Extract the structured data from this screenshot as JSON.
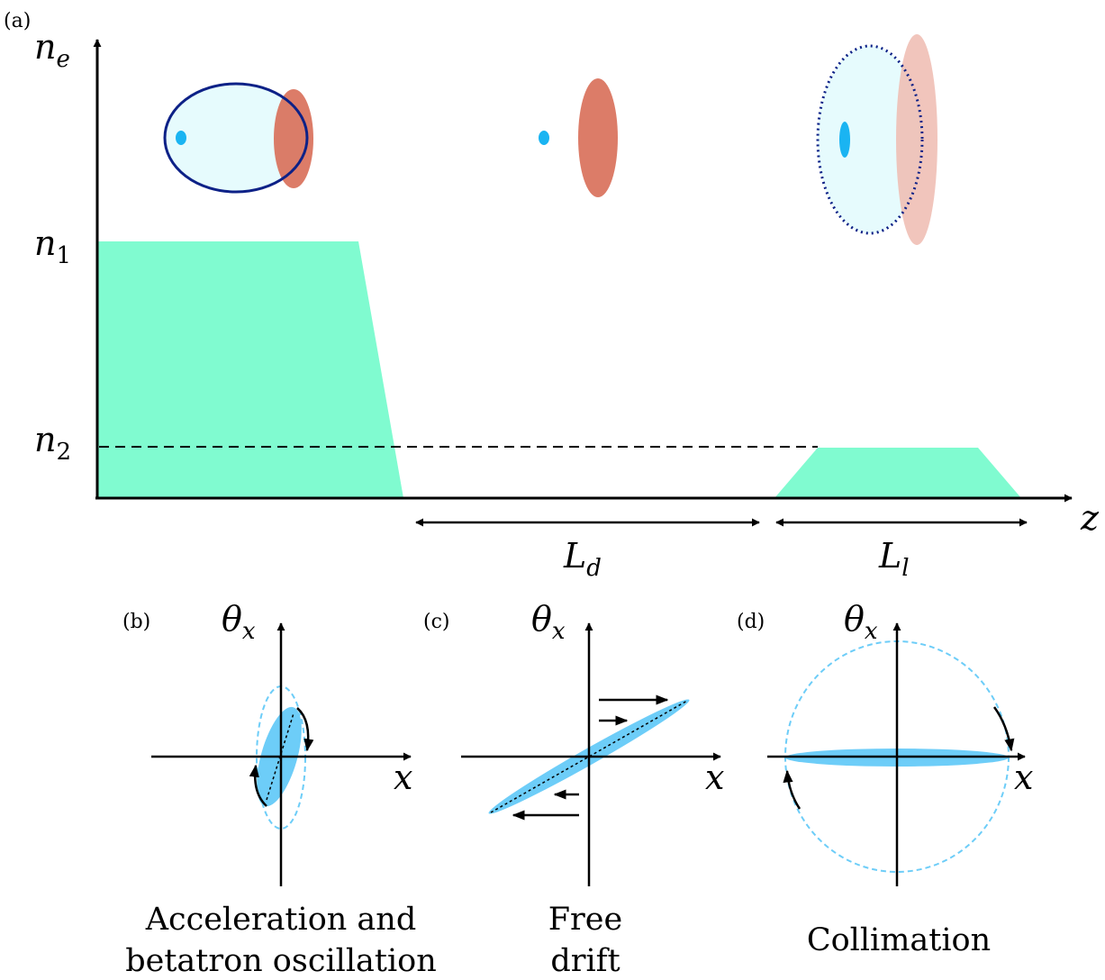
{
  "panels": {
    "a": {
      "label": "(a)",
      "y_axis_label": "n",
      "y_axis_subscript": "e",
      "x_axis_label": "z",
      "level_high_label": "n",
      "level_high_subscript": "1",
      "level_low_label": "n",
      "level_low_subscript": "2",
      "drift_length_label": "L",
      "drift_length_subscript": "d",
      "lens_length_label": "L",
      "lens_length_subscript": "l"
    },
    "b": {
      "label": "(b)",
      "y_axis_label": "θ",
      "y_axis_subscript": "x",
      "x_axis_label": "x",
      "caption_line1": "Acceleration and",
      "caption_line2": "betatron oscillation"
    },
    "c": {
      "label": "(c)",
      "y_axis_label": "θ",
      "y_axis_subscript": "x",
      "x_axis_label": "x",
      "caption_line1": "Free",
      "caption_line2": "drift"
    },
    "d": {
      "label": "(d)",
      "y_axis_label": "θ",
      "y_axis_subscript": "x",
      "x_axis_label": "x",
      "caption_line1": "Collimation"
    }
  },
  "colors": {
    "plasma": "#80fbd0",
    "bubble_fill": "#e6fbfd",
    "bubble_stroke": "#0d2187",
    "laser": "#d9715b",
    "laser_faded": "#efbbb0",
    "electron": "#1ab4f2",
    "phase_space_fill": "#6dcdf8",
    "phase_space_dashed": "#6dcdf8",
    "axis": "#000000"
  }
}
